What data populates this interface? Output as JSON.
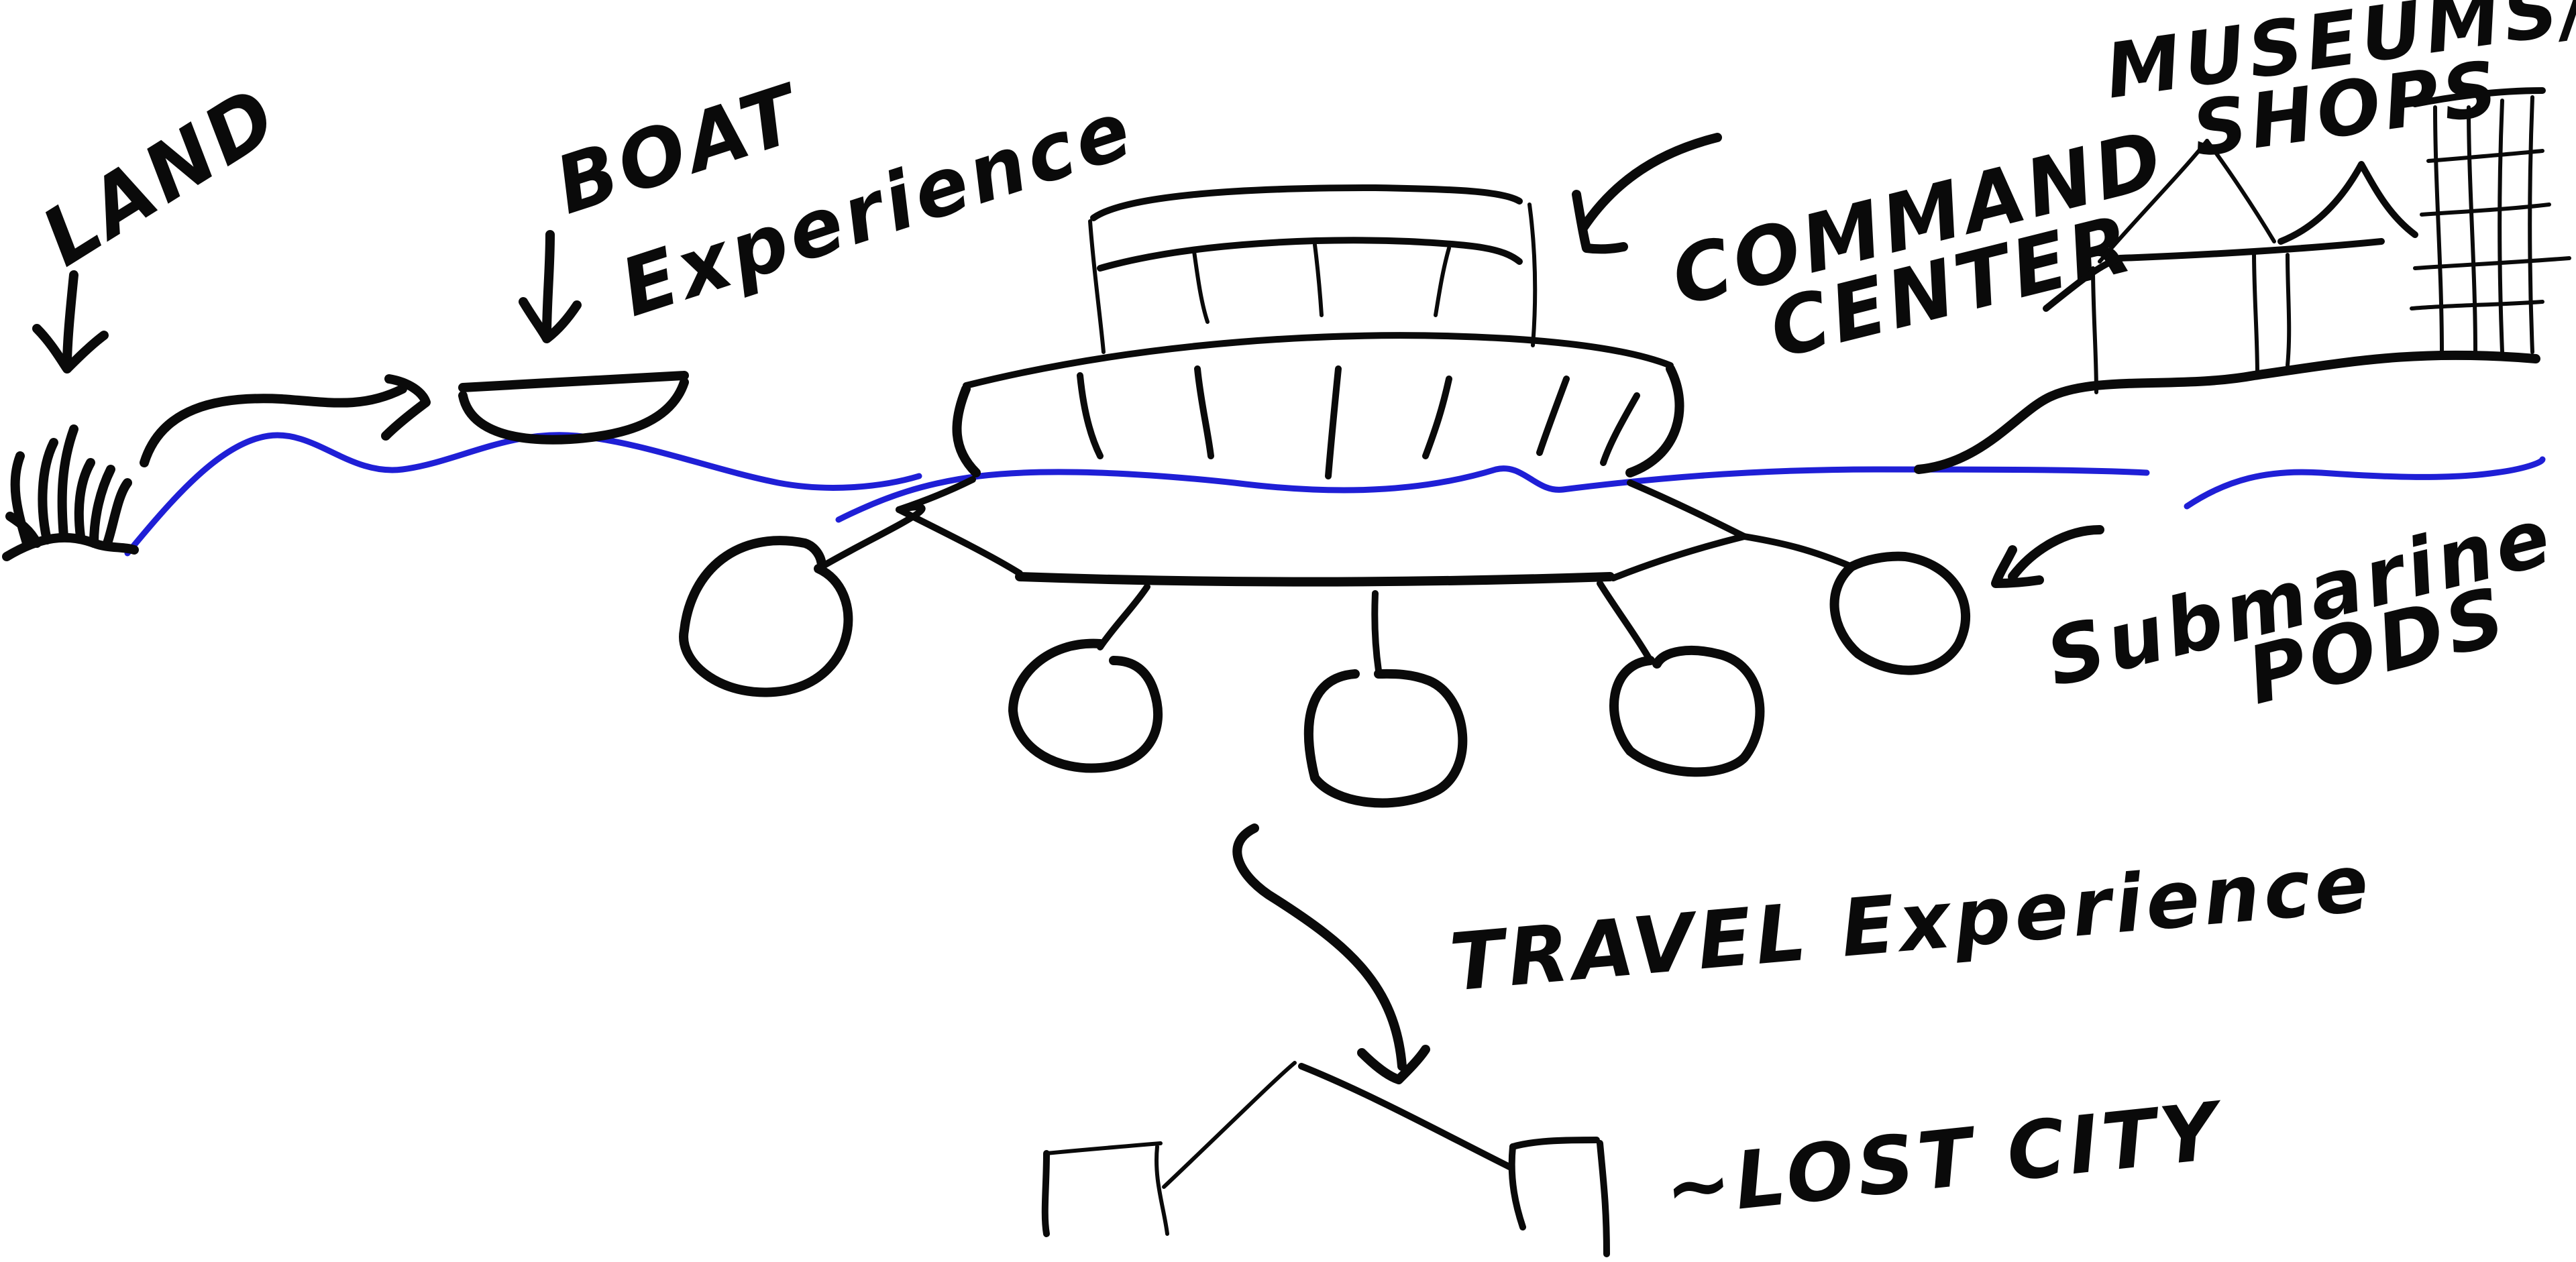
{
  "labels": {
    "land": "LAND",
    "boat_line1": "BOAT",
    "boat_line2": "Experience",
    "command_line1": "COMMAND",
    "command_line2": "CENTER",
    "museums_line1": "MUSEUMS/",
    "museums_line2": "SHOPS",
    "pods_line1": "Submarine",
    "pods_line2": "PODS",
    "travel": "TRAVEL Experience",
    "lost_city": "~LOST CITY"
  },
  "colors": {
    "ink": "#0a0a0a",
    "water": "#1f1fd6",
    "background": "#ffffff"
  }
}
